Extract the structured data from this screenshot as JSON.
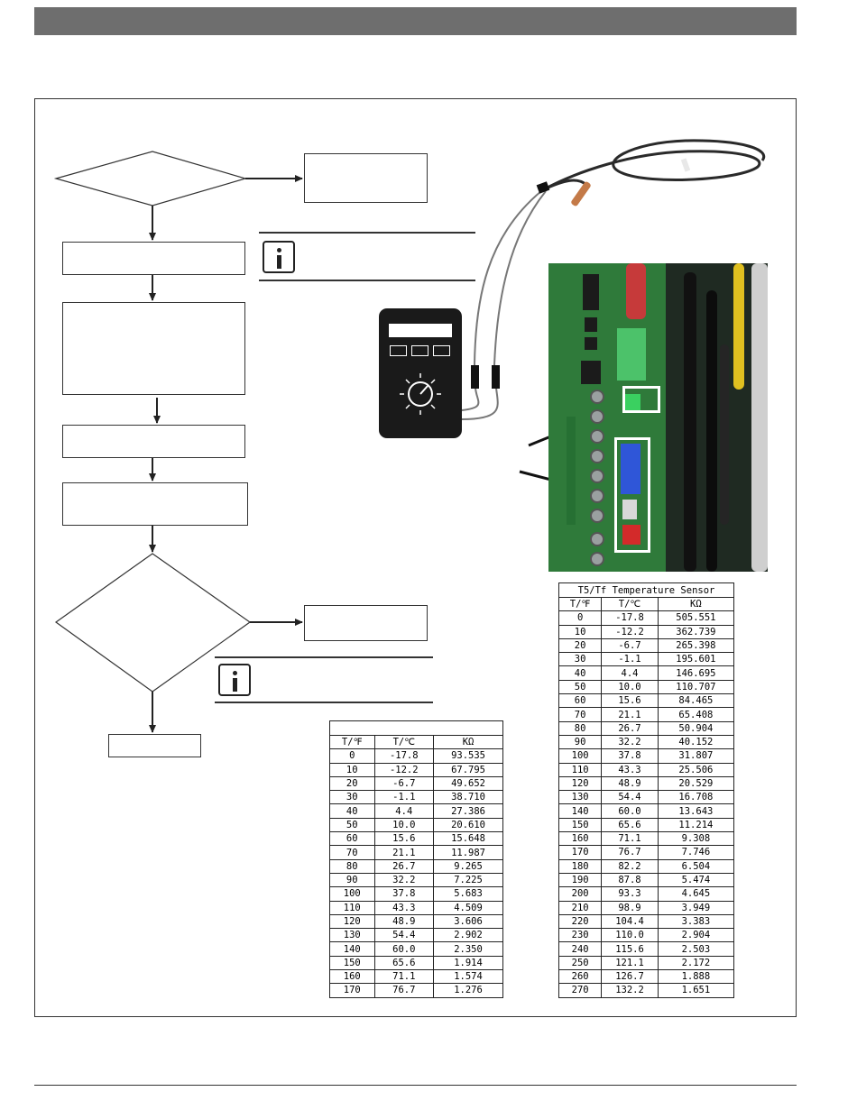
{
  "table_small": {
    "title": "",
    "headers": [
      "T/℉",
      "T/℃",
      "KΩ"
    ],
    "rows": [
      [
        "0",
        "-17.8",
        "93.535"
      ],
      [
        "10",
        "-12.2",
        "67.795"
      ],
      [
        "20",
        "-6.7",
        "49.652"
      ],
      [
        "30",
        "-1.1",
        "38.710"
      ],
      [
        "40",
        "4.4",
        "27.386"
      ],
      [
        "50",
        "10.0",
        "20.610"
      ],
      [
        "60",
        "15.6",
        "15.648"
      ],
      [
        "70",
        "21.1",
        "11.987"
      ],
      [
        "80",
        "26.7",
        "9.265"
      ],
      [
        "90",
        "32.2",
        "7.225"
      ],
      [
        "100",
        "37.8",
        "5.683"
      ],
      [
        "110",
        "43.3",
        "4.509"
      ],
      [
        "120",
        "48.9",
        "3.606"
      ],
      [
        "130",
        "54.4",
        "2.902"
      ],
      [
        "140",
        "60.0",
        "2.350"
      ],
      [
        "150",
        "65.6",
        "1.914"
      ],
      [
        "160",
        "71.1",
        "1.574"
      ],
      [
        "170",
        "76.7",
        "1.276"
      ]
    ]
  },
  "table_large": {
    "title": "T5/Tf Temperature Sensor",
    "headers": [
      "T/℉",
      "T/℃",
      "KΩ"
    ],
    "rows": [
      [
        "0",
        "-17.8",
        "505.551"
      ],
      [
        "10",
        "-12.2",
        "362.739"
      ],
      [
        "20",
        "-6.7",
        "265.398"
      ],
      [
        "30",
        "-1.1",
        "195.601"
      ],
      [
        "40",
        "4.4",
        "146.695"
      ],
      [
        "50",
        "10.0",
        "110.707"
      ],
      [
        "60",
        "15.6",
        "84.465"
      ],
      [
        "70",
        "21.1",
        "65.408"
      ],
      [
        "80",
        "26.7",
        "50.904"
      ],
      [
        "90",
        "32.2",
        "40.152"
      ],
      [
        "100",
        "37.8",
        "31.807"
      ],
      [
        "110",
        "43.3",
        "25.506"
      ],
      [
        "120",
        "48.9",
        "20.529"
      ],
      [
        "130",
        "54.4",
        "16.708"
      ],
      [
        "140",
        "60.0",
        "13.643"
      ],
      [
        "150",
        "65.6",
        "11.214"
      ],
      [
        "160",
        "71.1",
        "9.308"
      ],
      [
        "170",
        "76.7",
        "7.746"
      ],
      [
        "180",
        "82.2",
        "6.504"
      ],
      [
        "190",
        "87.8",
        "5.474"
      ],
      [
        "200",
        "93.3",
        "4.645"
      ],
      [
        "210",
        "98.9",
        "3.949"
      ],
      [
        "220",
        "104.4",
        "3.383"
      ],
      [
        "230",
        "110.0",
        "2.904"
      ],
      [
        "240",
        "115.6",
        "2.503"
      ],
      [
        "250",
        "121.1",
        "2.172"
      ],
      [
        "260",
        "126.7",
        "1.888"
      ],
      [
        "270",
        "132.2",
        "1.651"
      ]
    ]
  },
  "icons": {
    "note_1": "info-icon",
    "note_2": "info-icon",
    "meter": "multimeter-icon",
    "sensor": "temperature-sensor-probe"
  },
  "colors": {
    "header_bar": "#6e6e6e",
    "board": "#2f7a3a",
    "connector_green": "#4cc26a",
    "connector_blue": "#2f56d8",
    "connector_red": "#d32a2a"
  }
}
